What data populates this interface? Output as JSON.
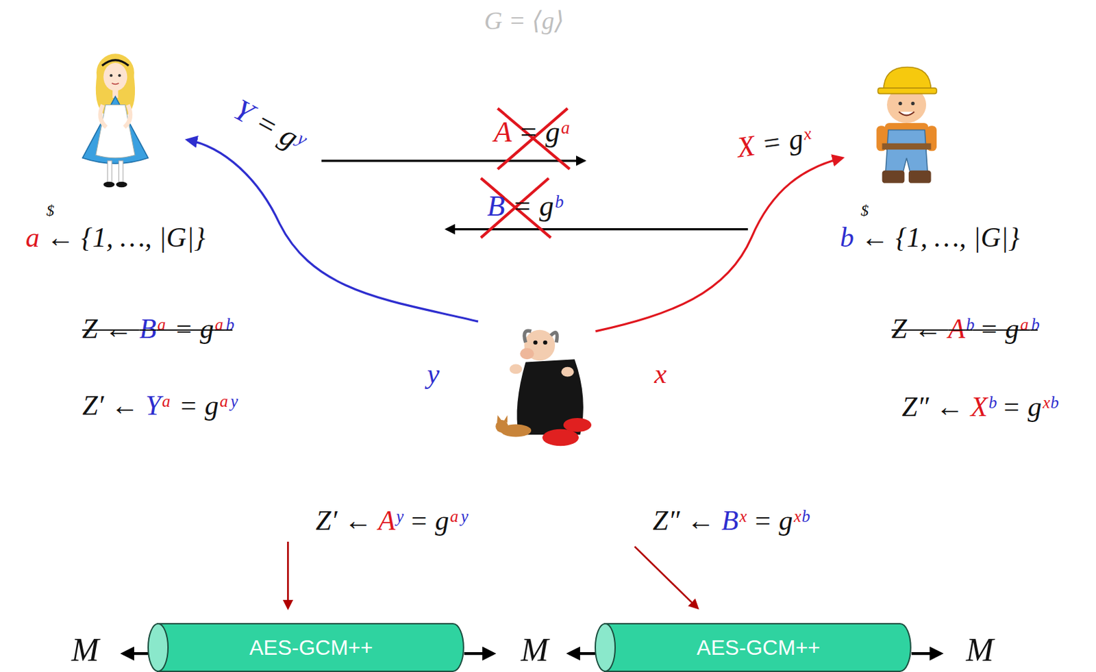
{
  "diagram": {
    "nodes": [
      {
        "text": [
          "AES-GCM++"
        ]
      },
      {
        "text": [
          "AES-GCM++"
        ]
      }
    ],
    "labels": [
      "G = ⟨g⟩",
      "Y = gʸ",
      "A = gᵃ",
      "B = gᵇ",
      "X = gˣ",
      "$",
      "a ← {1, …, |G|}",
      "$",
      "b ← {1, …, |G|}",
      "Z ← Bᵃ = gᵃᵇ",
      "Z′ ← Yᵃ = gᵃʸ",
      "y",
      "x",
      "Z ← Aᵇ = gᵃᵇ",
      "Z″ ← Xᵇ = gˣᵇ",
      "Z′ ← Aʸ = gᵃʸ",
      "Z″ ← Bˣ = gˣᵇ",
      "M",
      "M",
      "M"
    ]
  }
}
